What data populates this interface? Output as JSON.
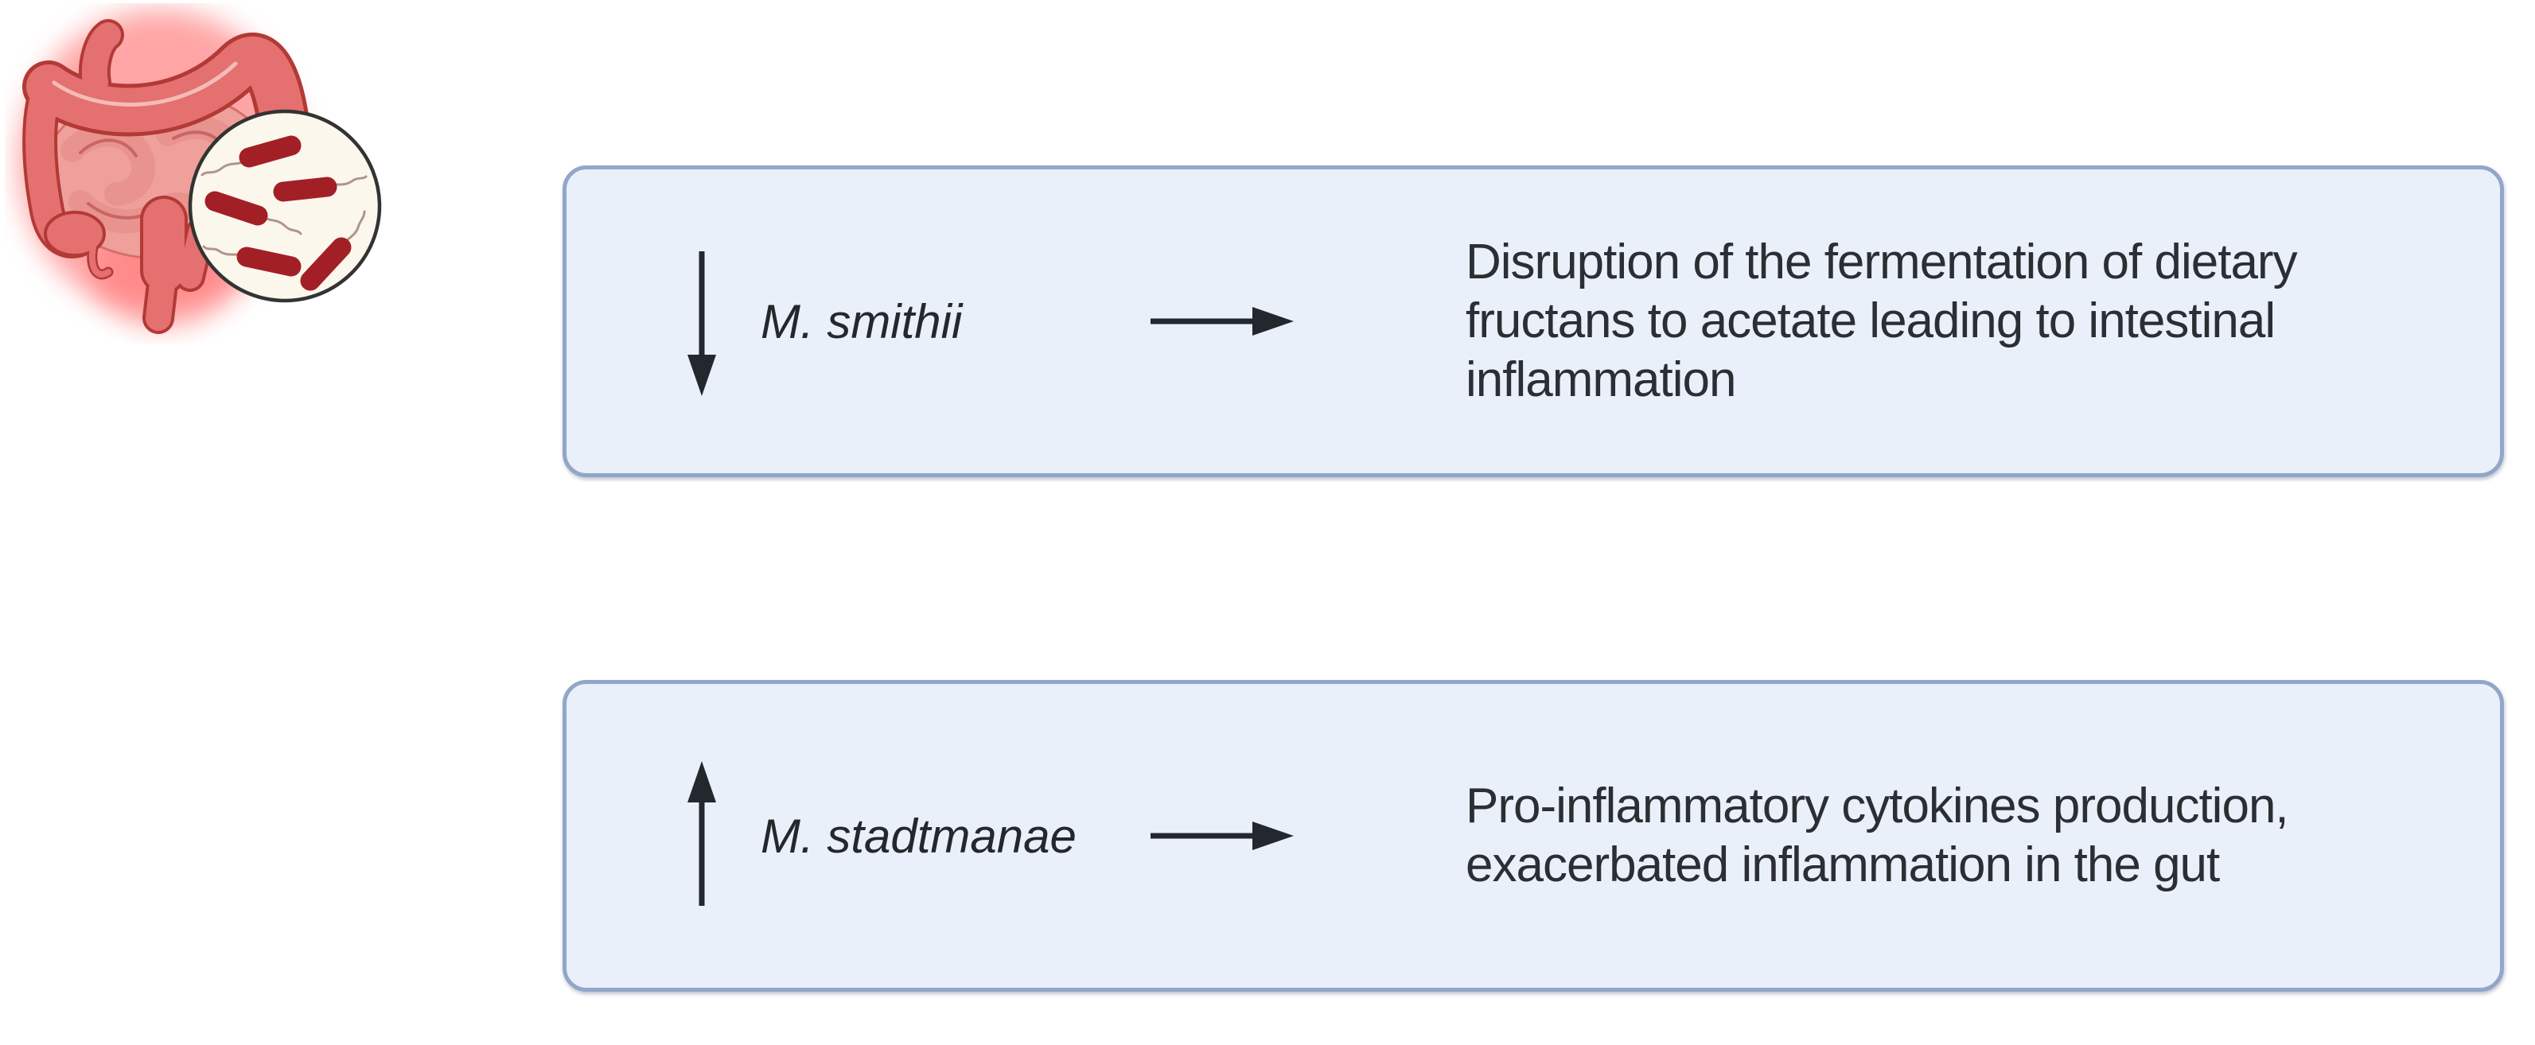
{
  "illustration": {
    "label": "Inflamed intestine with magnifier lens showing rod-shaped gut methanogens",
    "icon_names": [
      "intestine-icon",
      "magnifier-lens-icon",
      "bacteria-rod-icon"
    ]
  },
  "icons": {
    "decrease_arrow": "↓",
    "increase_arrow": "↑",
    "leads_to_arrow": "→"
  },
  "boxes": [
    {
      "trend": "decrease",
      "species": "M. smithii",
      "description_lines": [
        "Disruption of the fermentation of dietary",
        "fructans to acetate leading to intestinal",
        "inflammation"
      ]
    },
    {
      "trend": "increase",
      "species": "M. stadtmanae",
      "description_lines": [
        "Pro-inflammatory cytokines production,",
        "exacerbated inflammation in the gut"
      ]
    }
  ],
  "colors": {
    "box_fill": "#e9f0fa",
    "box_border": "#92a6c9",
    "arrow": "#23272e",
    "text": "#2b2e33",
    "colon_main": "#e4706f",
    "colon_outline": "#b23a36",
    "intestine_light": "#efa09b",
    "intestine_detail": "#d4716d",
    "bacteria_rod": "#a31f26",
    "flagella": "#b0948e",
    "lens_fill": "#fbf7ec",
    "lens_border": "#333333",
    "glow": "#ff4d4d"
  }
}
